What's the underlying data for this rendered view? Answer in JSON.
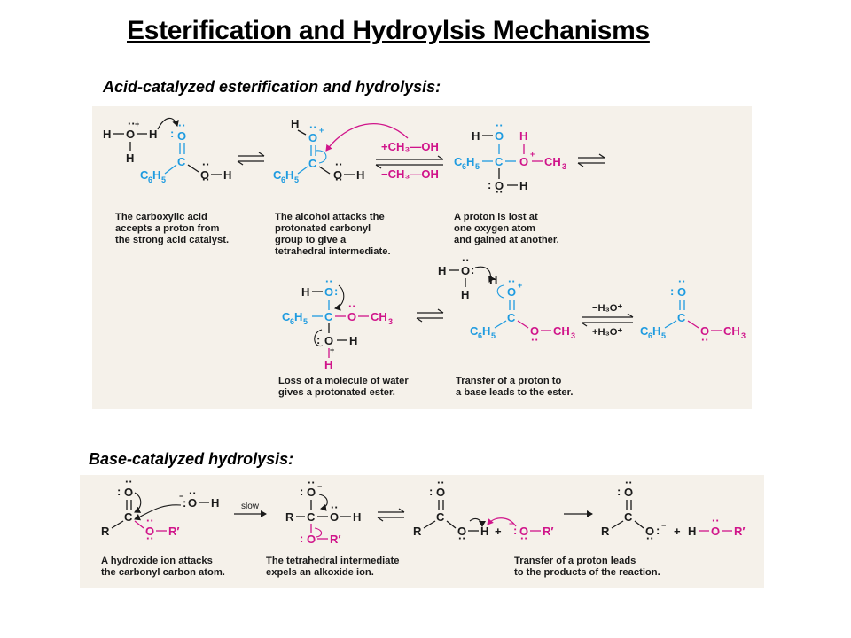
{
  "title": "Esterification and Hydroylsis Mechanisms",
  "acid_heading": "Acid-catalyzed esterification and hydrolysis:",
  "base_heading": "Base-catalyzed hydrolysis:",
  "acid_captions": {
    "step1": [
      "The carboxylic acid",
      "accepts a proton from",
      "the strong acid catalyst."
    ],
    "step2": [
      "The alcohol attacks the",
      "protonated carbonyl",
      "group to give a",
      "tetrahedral intermediate."
    ],
    "step3": [
      "A proton is lost at",
      "one oxygen atom",
      "and gained at another."
    ],
    "step4": [
      "Loss of a molecule of water",
      "gives a protonated ester."
    ],
    "step5": [
      "Transfer of a proton to",
      "a base leads to the ester."
    ]
  },
  "acid_reagents": {
    "add_methanol": "+CH₃—OH",
    "remove_methanol": "−CH₃—OH",
    "remove_h3o": "−H₃O⁺",
    "add_h3o": "+H₃O⁺"
  },
  "base_captions": {
    "step1": [
      "A hydroxide ion attacks",
      "the carbonyl carbon atom."
    ],
    "step2": [
      "The tetrahedral intermediate",
      "expels an alkoxide ion."
    ],
    "step3": [
      "Transfer of a proton leads",
      "to the products of the reaction."
    ]
  },
  "base_labels": {
    "slow": "slow"
  },
  "colors": {
    "panel": "#f5f1ea",
    "blue": "#1e9be0",
    "magenta": "#d0148a",
    "text": "#1a1a1a"
  }
}
